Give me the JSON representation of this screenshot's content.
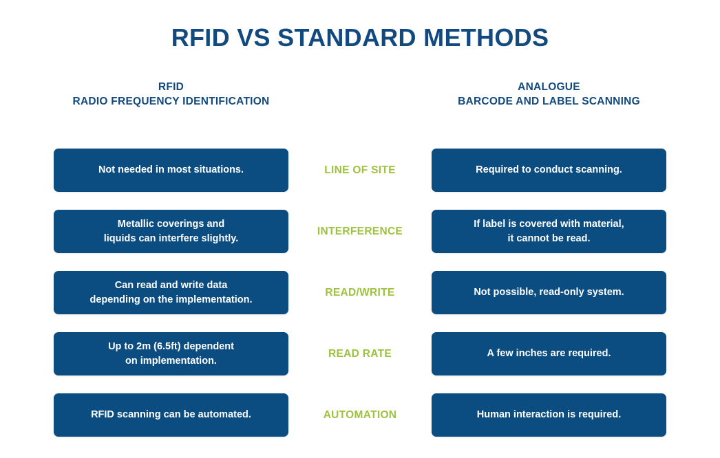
{
  "title": "RFID VS STANDARD METHODS",
  "colors": {
    "title_blue": "#12497f",
    "box_blue": "#0b4c81",
    "label_green": "#9dc23e",
    "box_text": "#ffffff",
    "background": "#ffffff"
  },
  "headers": {
    "left": {
      "line1": "RFID",
      "line2": "RADIO FREQUENCY IDENTIFICATION"
    },
    "right": {
      "line1": "ANALOGUE",
      "line2": "BARCODE AND LABEL SCANNING"
    }
  },
  "rows": [
    {
      "label": "LINE OF SITE",
      "left": {
        "line1": "Not needed in most situations.",
        "line2": ""
      },
      "right": {
        "line1": "Required to conduct scanning.",
        "line2": ""
      }
    },
    {
      "label": "INTERFERENCE",
      "left": {
        "line1": "Metallic coverings and",
        "line2": "liquids can interfere slightly."
      },
      "right": {
        "line1": "If label is covered with material,",
        "line2": "it cannot be read."
      }
    },
    {
      "label": "READ/WRITE",
      "left": {
        "line1": "Can read and write data",
        "line2": "depending on the implementation."
      },
      "right": {
        "line1": "Not possible, read-only system.",
        "line2": ""
      }
    },
    {
      "label": "READ RATE",
      "left": {
        "line1": "Up to 2m (6.5ft) dependent",
        "line2": "on implementation."
      },
      "right": {
        "line1": "A few inches are required.",
        "line2": ""
      }
    },
    {
      "label": "AUTOMATION",
      "left": {
        "line1": "RFID scanning can be automated.",
        "line2": ""
      },
      "right": {
        "line1": "Human interaction is required.",
        "line2": ""
      }
    }
  ]
}
